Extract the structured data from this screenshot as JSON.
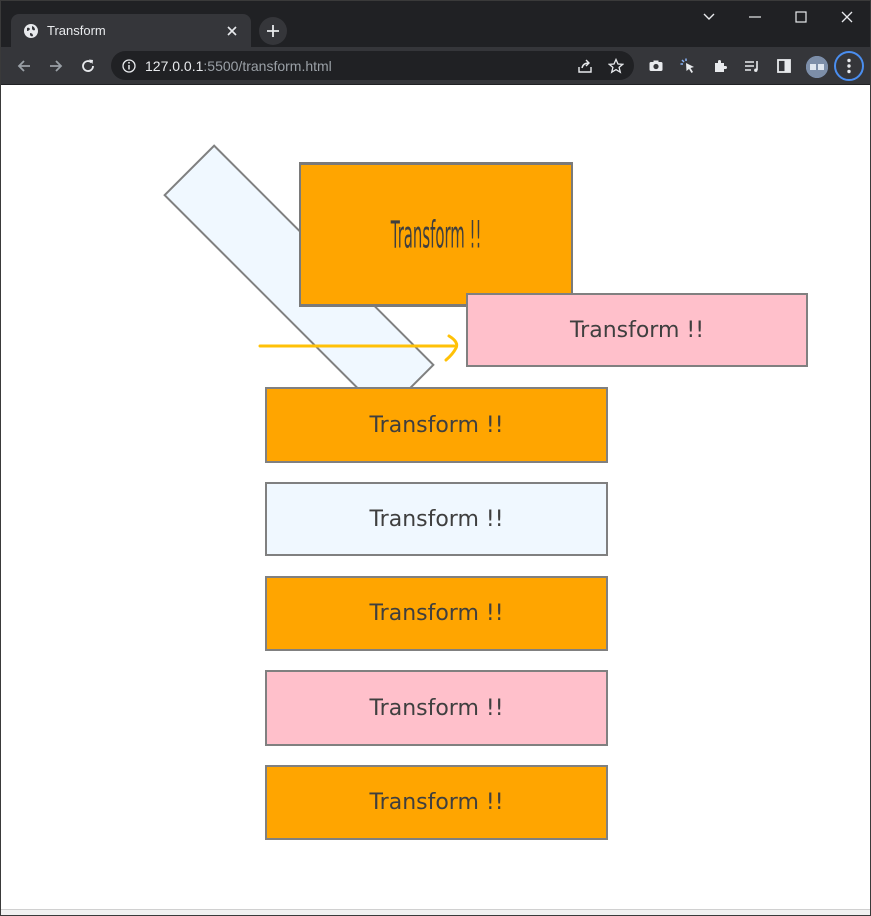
{
  "browser": {
    "tab": {
      "title": "Transform",
      "favicon": "globe-icon"
    },
    "address": {
      "host": "127.0.0.1",
      "rest": ":5500/transform.html"
    },
    "colors": {
      "tabstrip": "#202124",
      "toolbar": "#35363a",
      "accent": "#8ab4f8"
    }
  },
  "page": {
    "boxes": {
      "scaled": "Transform !!",
      "translated": "Transform !!",
      "row1": "Transform !!",
      "row2": "Transform !!",
      "row3": "Transform !!",
      "row4": "Transform !!",
      "row5": "Transform !!"
    },
    "colors": {
      "orange": "#ffa500",
      "pink": "#ffc0cb",
      "aliceblue": "#f0f8ff",
      "border": "#808080",
      "arrow": "#ffc107"
    }
  }
}
